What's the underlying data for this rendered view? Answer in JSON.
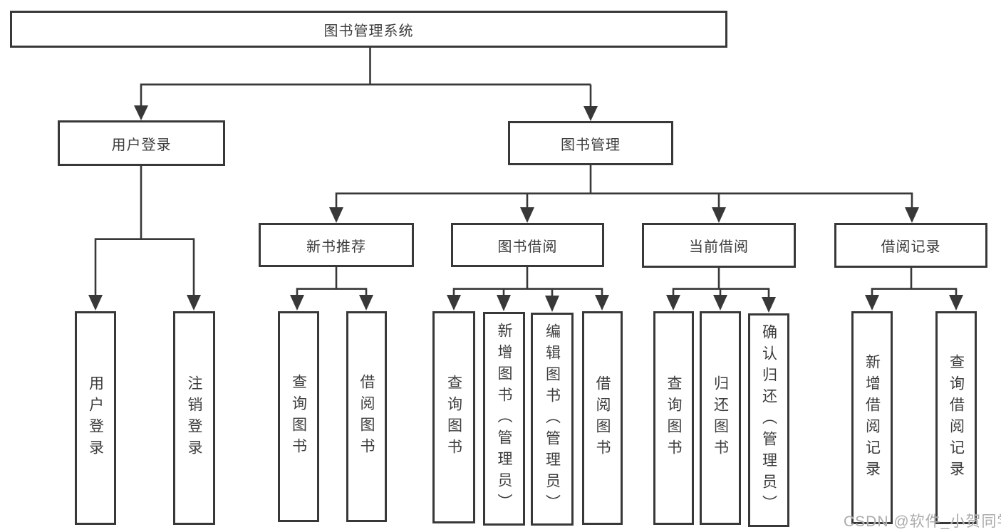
{
  "diagram": {
    "title_node": "图书管理系统",
    "tree": {
      "root": {
        "label": "图书管理系统"
      },
      "children": [
        {
          "label": "用户登录",
          "children": [
            {
              "label": "用户登录"
            },
            {
              "label": "注销登录"
            }
          ]
        },
        {
          "label": "图书管理",
          "children": [
            {
              "label": "新书推荐",
              "children": [
                {
                  "label": "查询图书"
                },
                {
                  "label": "借阅图书"
                }
              ]
            },
            {
              "label": "图书借阅",
              "children": [
                {
                  "label": "查询图书"
                },
                {
                  "label": "新增图书（管理员）"
                },
                {
                  "label": "编辑图书（管理员）"
                },
                {
                  "label": "借阅图书"
                }
              ]
            },
            {
              "label": "当前借阅",
              "children": [
                {
                  "label": "查询图书"
                },
                {
                  "label": "归还图书"
                },
                {
                  "label": "确认归还（管理员）"
                }
              ]
            },
            {
              "label": "借阅记录",
              "children": [
                {
                  "label": "新增借阅记录"
                },
                {
                  "label": "查询借阅记录"
                }
              ]
            }
          ]
        }
      ]
    },
    "watermark": {
      "text": "CSDN @软件_小贺同学"
    },
    "colors": {
      "line": "#383838",
      "box_border": "#383838",
      "text": "#3d3d3d",
      "watermark_text": "#ababab",
      "background": "#ffffff"
    }
  }
}
